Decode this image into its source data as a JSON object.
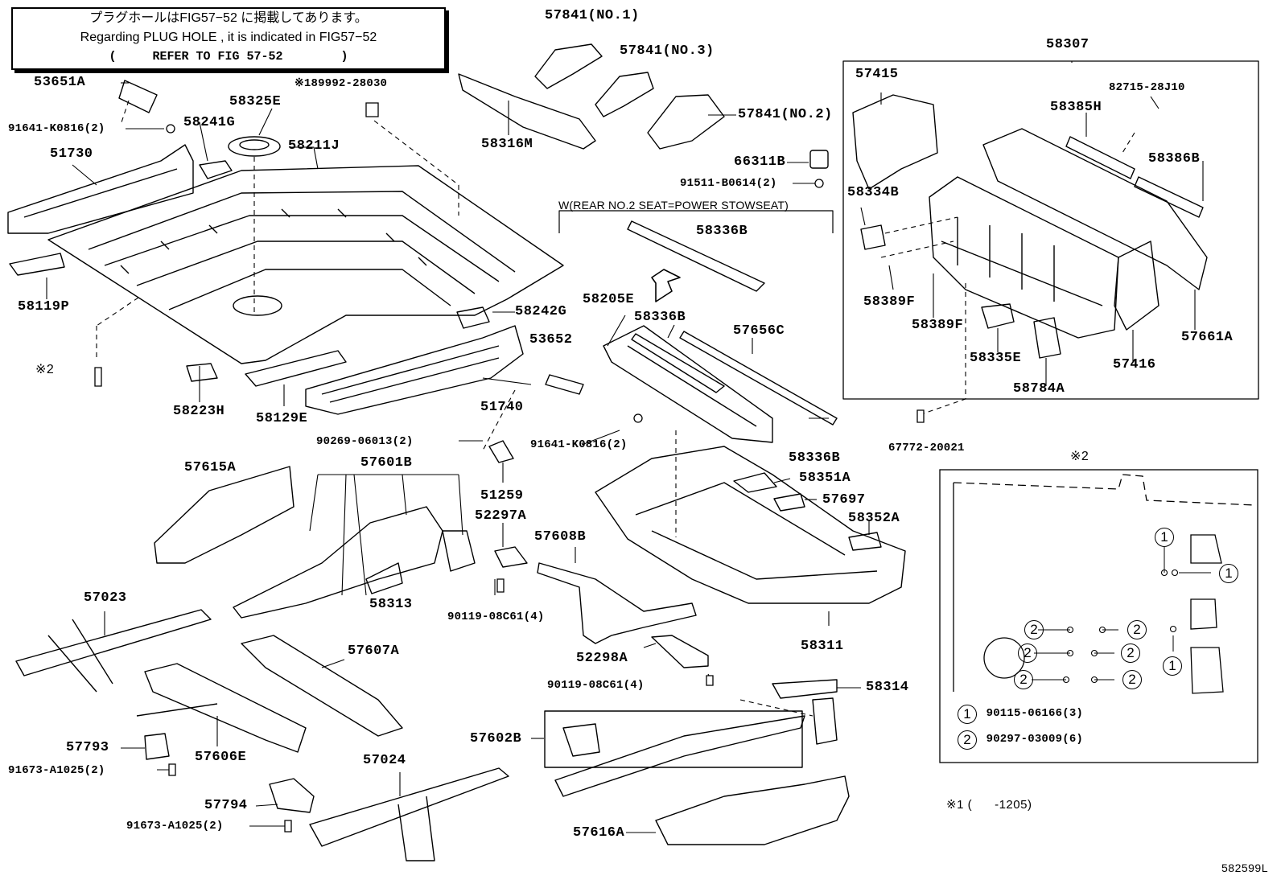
{
  "note": {
    "line_ja": "プラグホールはFIG57−52 に掲載してあります。",
    "line_en": "Regarding PLUG HOLE , it is indicated in FIG57−52",
    "line_ref": "(     REFER TO FIG 57-52        )"
  },
  "callouts": {
    "p53651A": "53651A",
    "p91641a": "91641-K0816(2)",
    "p58241G": "58241G",
    "p58325E": "58325E",
    "p89992": "※189992-28030",
    "p58211J": "58211J",
    "p51730": "51730",
    "p58119P": "58119P",
    "p2screw": "※2",
    "p58223H": "58223H",
    "p58129E": "58129E",
    "p51740": "51740",
    "p58242G": "58242G",
    "p53652": "53652",
    "p57841n1": "57841(NO.1)",
    "p57841n3": "57841(NO.3)",
    "p57841n2": "57841(NO.2)",
    "p58316M": "58316M",
    "p66311B": "66311B",
    "p91511": "91511-B0614(2)",
    "w_note": "W(REAR NO.2 SEAT=POWER STOWSEAT)",
    "p58336B_a": "58336B",
    "p58205E": "58205E",
    "p58336B_b": "58336B",
    "p57656C": "57656C",
    "p58336B_c": "58336B",
    "p58351A": "58351A",
    "p57697": "57697",
    "p58352A": "58352A",
    "p58311": "58311",
    "p58307": "58307",
    "p57415": "57415",
    "p82715": "82715-28J10",
    "p58385H": "58385H",
    "p58386B": "58386B",
    "p58334B": "58334B",
    "p58389F_a": "58389F",
    "p58389F_b": "58389F",
    "p58335E": "58335E",
    "p58784A": "58784A",
    "p57416": "57416",
    "p57661A": "57661A",
    "p67772": "67772-20021",
    "p90269": "90269-06013(2)",
    "p91641b": "91641-K0816(2)",
    "p51259": "51259",
    "p52297A": "52297A",
    "p57615A": "57615A",
    "p57601B": "57601B",
    "p58313": "58313",
    "p90119a": "90119-08C61(4)",
    "p57608B": "57608B",
    "p52298A": "52298A",
    "p90119b": "90119-08C61(4)",
    "p57023": "57023",
    "p57607A": "57607A",
    "p57793": "57793",
    "p57606E": "57606E",
    "p91673a": "91673-A1025(2)",
    "p57024": "57024",
    "p57794": "57794",
    "p91673b": "91673-A1025(2)",
    "p57602B": "57602B",
    "p58314": "58314",
    "p57616A": "57616A"
  },
  "inset": {
    "title": "※2",
    "legend1_num": "1",
    "legend1_text": "90115-06166(3)",
    "legend2_num": "2",
    "legend2_text": "90297-03009(6)",
    "marker1": "1",
    "marker2": "2"
  },
  "footnote": "※1 (      -1205)",
  "figure_id": "582599L"
}
